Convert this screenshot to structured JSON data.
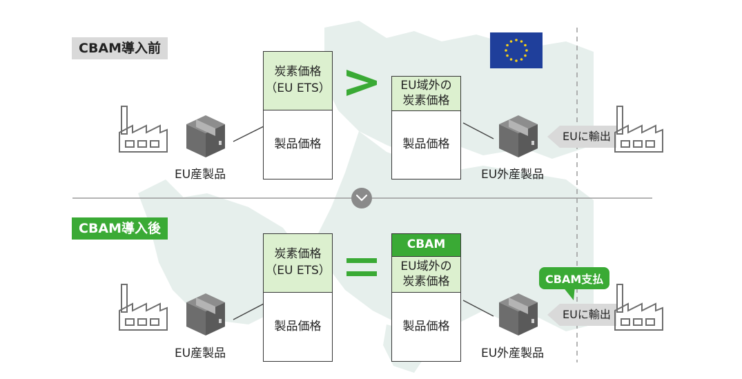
{
  "before": {
    "tag": "CBAM導入前",
    "eu_product_label": "EU産製品",
    "eu_box": {
      "top_line1": "炭素価格",
      "top_line2": "（EU ETS）",
      "bottom": "製品価格"
    },
    "compare_symbol": ">",
    "ext_box": {
      "top_line1": "EU域外の",
      "top_line2": "炭素価格",
      "bottom": "製品価格"
    },
    "ext_product_label": "EU外産製品",
    "export_label": "EUに輸出"
  },
  "after": {
    "tag": "CBAM導入後",
    "eu_product_label": "EU産製品",
    "eu_box": {
      "top_line1": "炭素価格",
      "top_line2": "（EU ETS）",
      "bottom": "製品価格"
    },
    "compare_symbol": "=",
    "ext_box": {
      "cbam": "CBAM",
      "top_line1": "EU域外の",
      "top_line2": "炭素価格",
      "bottom": "製品価格"
    },
    "ext_product_label": "EU外産製品",
    "export_label": "EUに輸出",
    "payment_bubble": "CBAM支払"
  },
  "colors": {
    "green": "#3aaa35",
    "light_green": "#dcf0cf",
    "grey_tag": "#d9d9d9",
    "icon_grey": "#6d6d6d",
    "eu_blue": "#1f3f9b",
    "eu_star": "#f7d117",
    "map": "#e6efec"
  },
  "icons": [
    "factory-icon",
    "box-icon",
    "eu-flag-icon",
    "arrow-left-icon",
    "chevron-down-icon"
  ]
}
